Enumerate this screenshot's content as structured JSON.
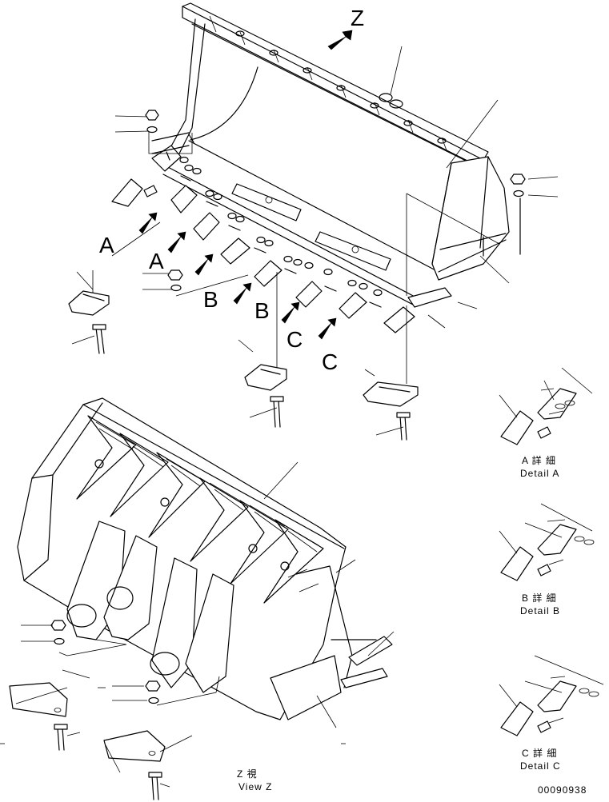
{
  "callouts": {
    "view_arrow": "Z",
    "a1": "A",
    "a2": "A",
    "b1": "B",
    "b2": "B",
    "c1": "C",
    "c2": "C"
  },
  "details": {
    "a_jp": "A 詳 細",
    "a_en": "Detail A",
    "b_jp": "B 詳 細",
    "b_en": "Detail B",
    "c_jp": "C 詳 細",
    "c_en": "Detail C"
  },
  "view_z": {
    "jp": "Z  視",
    "en": "View Z"
  },
  "drawing_number": "00090938",
  "icons": {
    "view_arrow": "filled-arrow-icon",
    "detail_arrow": "filled-arrow-icon"
  }
}
